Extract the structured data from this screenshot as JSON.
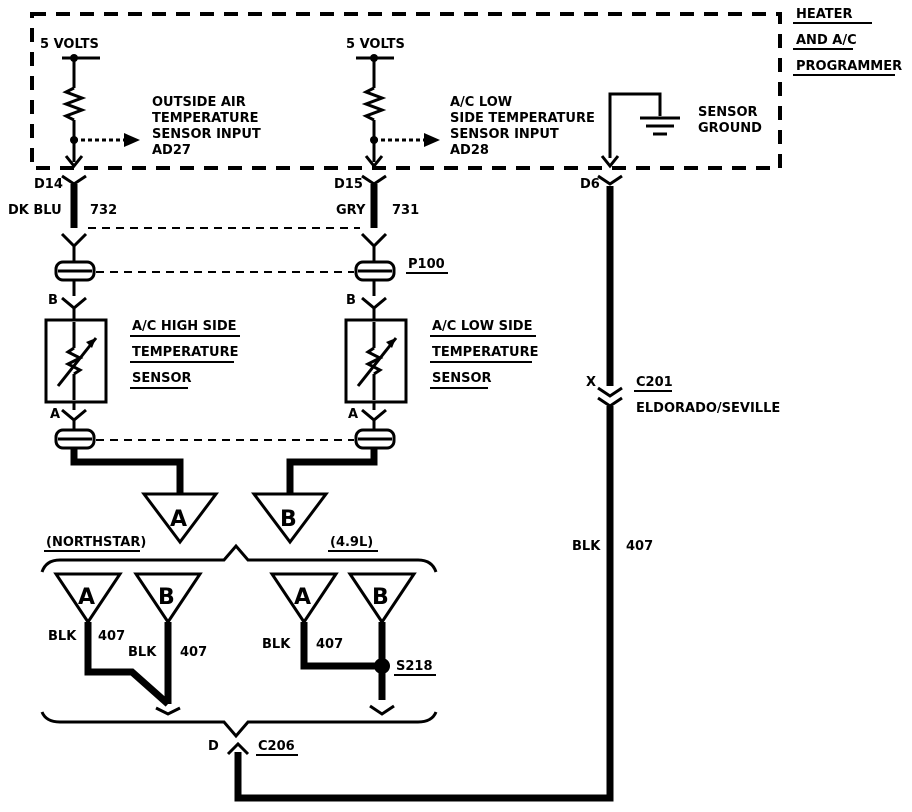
{
  "programmer": {
    "line1": "HEATER",
    "line2": "AND A/C",
    "line3": "PROGRAMMER"
  },
  "left_input": {
    "voltage": "5 VOLTS",
    "line1": "OUTSIDE AIR",
    "line2": "TEMPERATURE",
    "line3": "SENSOR INPUT",
    "line4": "AD27",
    "pin": "D14",
    "wire_color": "DK BLU",
    "circuit": "732"
  },
  "right_input": {
    "voltage": "5 VOLTS",
    "line1": "A/C LOW",
    "line2": "SIDE TEMPERATURE",
    "line3": "SENSOR INPUT",
    "line4": "AD28",
    "pin": "D15",
    "wire_color": "GRY",
    "circuit": "731"
  },
  "ground": {
    "line1": "SENSOR",
    "line2": "GROUND",
    "pin": "D6"
  },
  "p100": "P100",
  "high_sensor": {
    "line1": "A/C HIGH SIDE",
    "line2": "TEMPERATURE",
    "line3": "SENSOR",
    "pin_b": "B",
    "pin_a": "A"
  },
  "low_sensor": {
    "line1": "A/C LOW SIDE",
    "line2": "TEMPERATURE",
    "line3": "SENSOR",
    "pin_b": "B",
    "pin_a": "A"
  },
  "c201": {
    "pin": "X",
    "name": "C201",
    "note": "ELDORADO/SEVILLE"
  },
  "ground_wire": {
    "color": "BLK",
    "circuit": "407"
  },
  "triangles": {
    "a": "A",
    "b": "B"
  },
  "engines": {
    "northstar": "(NORTHSTAR)",
    "v8": "(4.9L)"
  },
  "wires": {
    "ns_a_color": "BLK",
    "ns_a_circuit": "407",
    "ns_b_color": "BLK",
    "ns_b_circuit": "407",
    "v8_a_color": "BLK",
    "v8_a_circuit": "407"
  },
  "s218": "S218",
  "c206": {
    "pin": "D",
    "name": "C206"
  }
}
